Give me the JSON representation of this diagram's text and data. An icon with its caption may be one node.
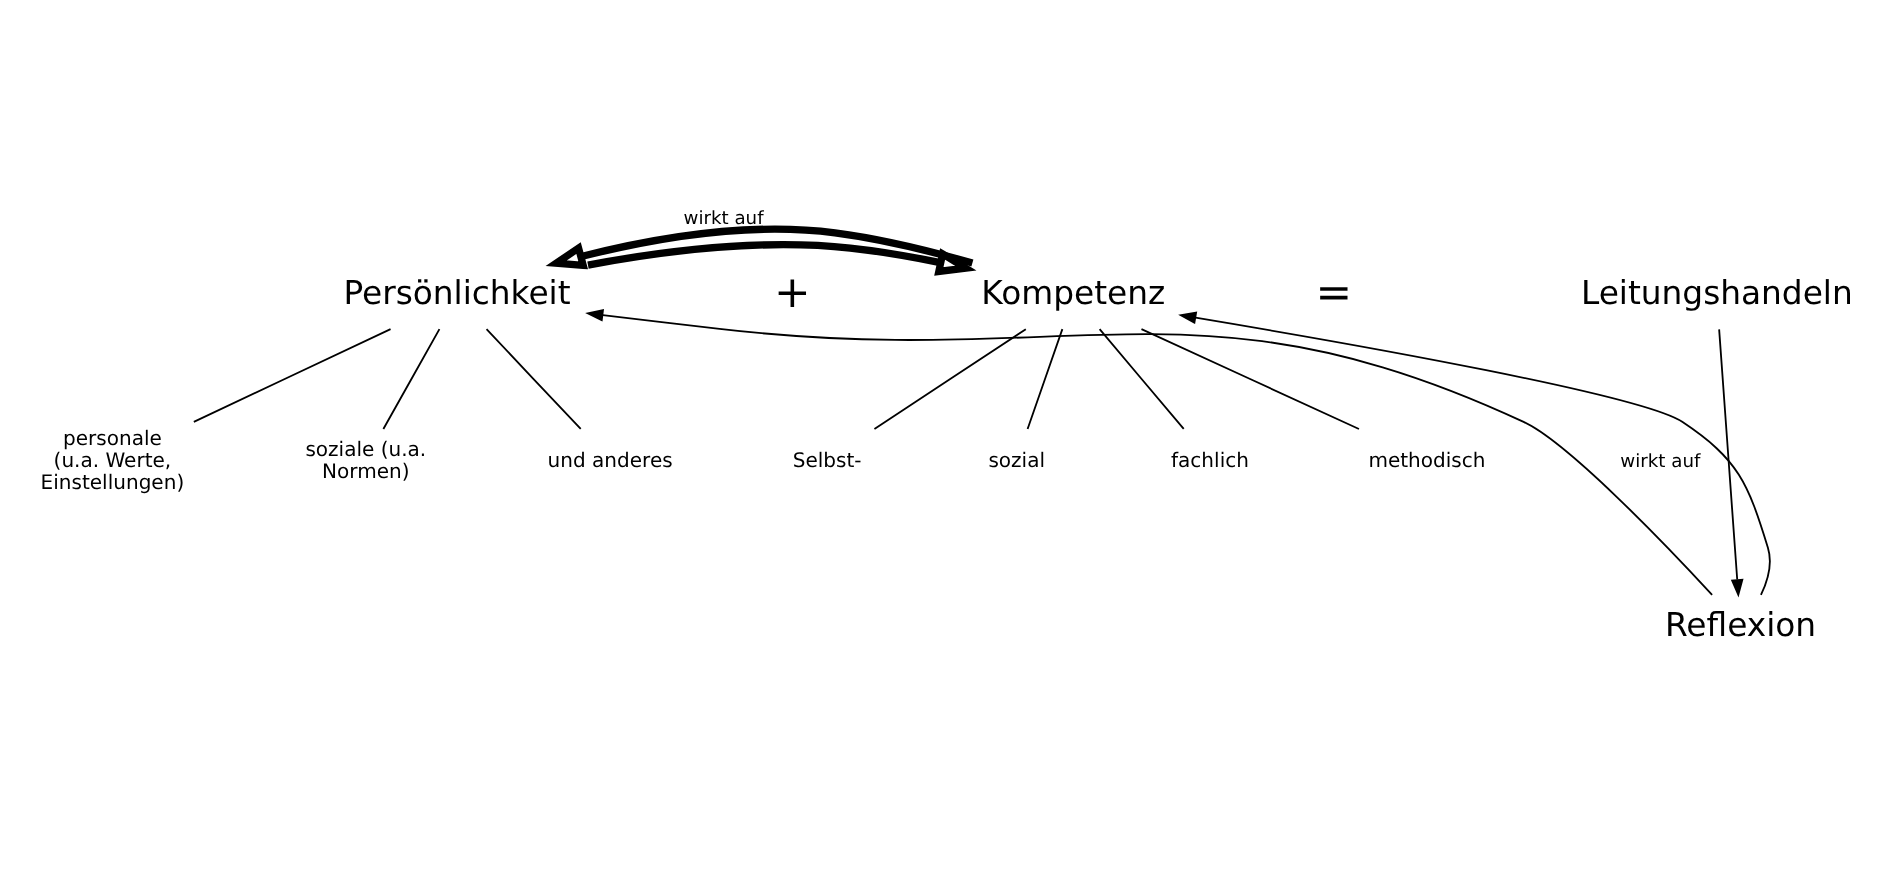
{
  "diagram": {
    "nodes": [
      {
        "text": [
          "Persönlichkeit"
        ]
      },
      {
        "text": [
          "Kompetenz"
        ]
      },
      {
        "text": [
          "Leitungshandeln"
        ]
      },
      {
        "text": [
          "personale (u.a. Werte, Einstellungen)"
        ]
      },
      {
        "text": [
          "soziale (u.a. Normen)"
        ]
      },
      {
        "text": [
          "und anderes"
        ]
      },
      {
        "text": [
          "Selbst-"
        ]
      },
      {
        "text": [
          "sozial"
        ]
      },
      {
        "text": [
          "fachlich"
        ]
      },
      {
        "text": [
          "methodisch"
        ]
      },
      {
        "text": [
          "Reflexion"
        ]
      }
    ],
    "edges": [
      {
        "from": 0,
        "to": 1,
        "arrow": "to",
        "style": "thick"
      },
      {
        "from": 0,
        "to": 3,
        "arrow": "none"
      },
      {
        "from": 0,
        "to": 4,
        "arrow": "none"
      },
      {
        "from": 0,
        "to": 5,
        "arrow": "none"
      },
      {
        "from": 1,
        "to": 6,
        "arrow": "none"
      },
      {
        "from": 1,
        "to": 7,
        "arrow": "none"
      },
      {
        "from": 1,
        "to": 8,
        "arrow": "none"
      },
      {
        "from": 1,
        "to": 9,
        "arrow": "none"
      },
      {
        "from": 1,
        "to": 0,
        "arrow": "to",
        "style": "thick",
        "label": "wirkt auf"
      },
      {
        "from": 2,
        "to": 10,
        "arrow": "to"
      },
      {
        "from": 10,
        "to": 0,
        "arrow": "to",
        "label": "wirkt auf"
      },
      {
        "from": 10,
        "to": 1,
        "arrow": "to"
      }
    ],
    "labels": [
      "+",
      "="
    ]
  }
}
